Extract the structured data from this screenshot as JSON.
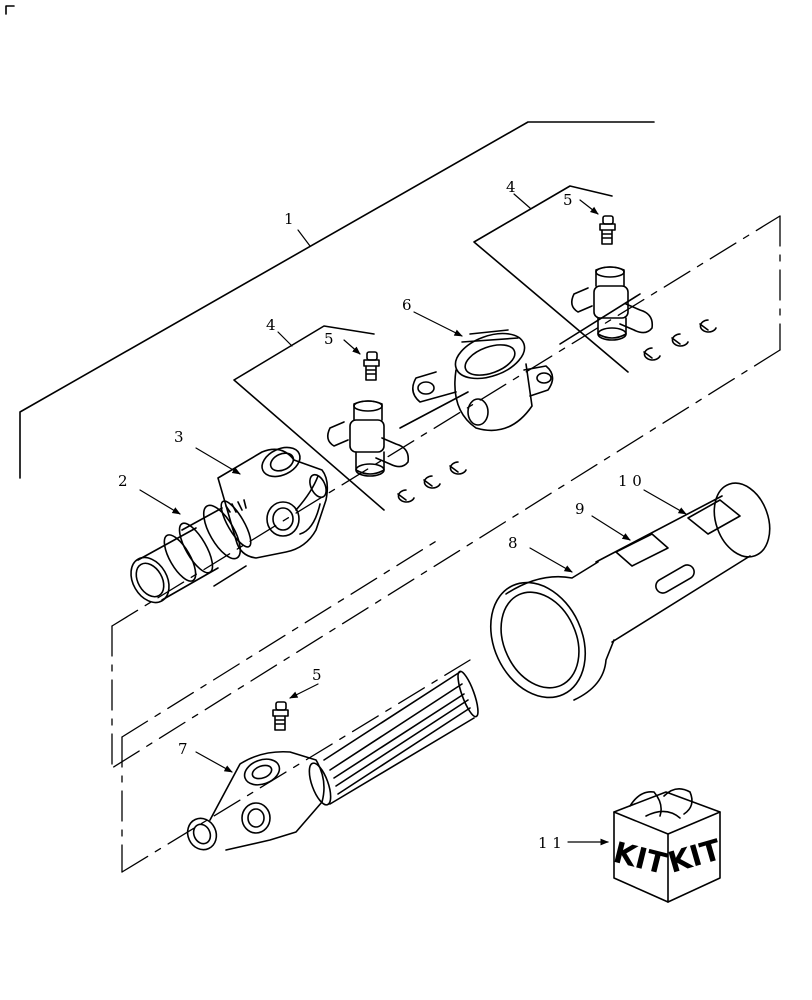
{
  "callouts": {
    "c1": "1",
    "c2": "2",
    "c3": "3",
    "c4a": "4",
    "c4b": "4",
    "c5a": "5",
    "c5b": "5",
    "c5c": "5",
    "c6": "6",
    "c7": "7",
    "c8": "8",
    "c9": "9",
    "c10": "1 0",
    "c11": "1 1"
  },
  "kit": {
    "face_left": "KIT",
    "face_right": "KIT"
  }
}
